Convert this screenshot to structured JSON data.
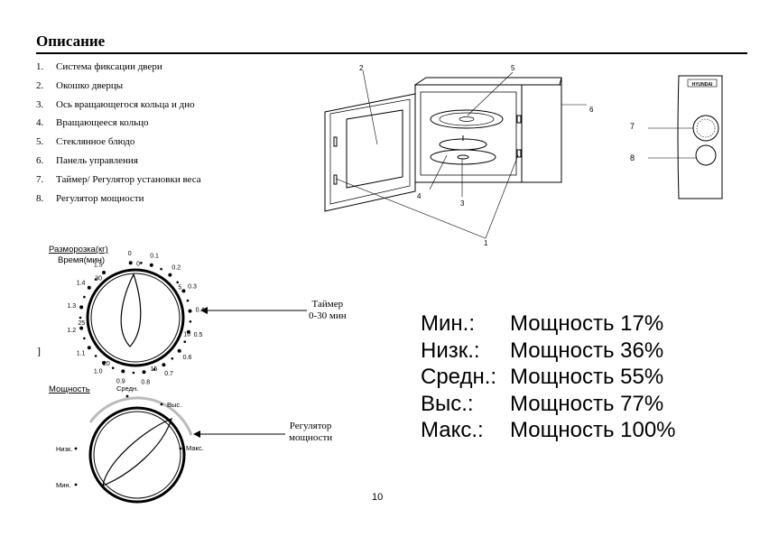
{
  "page": {
    "title": "Описание",
    "page_number": "10",
    "stray_mark": "]"
  },
  "parts": [
    {
      "num": "1.",
      "label": "Система фиксации двери"
    },
    {
      "num": "2.",
      "label": "Окошко дверцы"
    },
    {
      "num": "3.",
      "label": "Ось вращающегося кольца и дно"
    },
    {
      "num": "4.",
      "label": "Вращающееся кольцо"
    },
    {
      "num": "5.",
      "label": "Стеклянное блюдо"
    },
    {
      "num": "6.",
      "label": "Панель управления"
    },
    {
      "num": "7.",
      "label": "Таймер/ Регулятор установки веса"
    },
    {
      "num": "8.",
      "label": "Регулятор мощности"
    }
  ],
  "microwave": {
    "callouts": [
      "1",
      "2",
      "3",
      "4",
      "5",
      "6"
    ]
  },
  "control_panel": {
    "brand": "HYUNDAI",
    "callouts": [
      "7",
      "8"
    ]
  },
  "timer_dial": {
    "label_top": "Разморозка(кг)",
    "label_bottom": "Время(мин)",
    "weight_ticks": [
      "0",
      "0.1",
      "0.2",
      "0.3",
      "0.4",
      "0.5",
      "0.6",
      "0.7",
      "0.8",
      "0.9",
      "1.0",
      "1.1",
      "1.2",
      "1.3",
      "1.4",
      "1.5"
    ],
    "time_ticks": [
      "0",
      "5",
      "10",
      "15",
      "20",
      "25",
      "30"
    ],
    "callout": {
      "line1": "Таймер",
      "line2": "0-30 мин"
    }
  },
  "power_dial": {
    "label": "Мощность",
    "levels": [
      "Мин.",
      "Низк.",
      "Средн.",
      "Выс.",
      "Макс."
    ],
    "callout": {
      "line1": "Регулятор",
      "line2": "мощности"
    }
  },
  "power_table": [
    {
      "level": "Мин.:",
      "value": "Мощность 17%"
    },
    {
      "level": "Низк.:",
      "value": "Мощность 36%"
    },
    {
      "level": "Средн.:",
      "value": "Мощность 55%"
    },
    {
      "level": "Выс.:",
      "value": "Мощность 77%"
    },
    {
      "level": "Макс.:",
      "value": "Мощность 100%"
    }
  ]
}
